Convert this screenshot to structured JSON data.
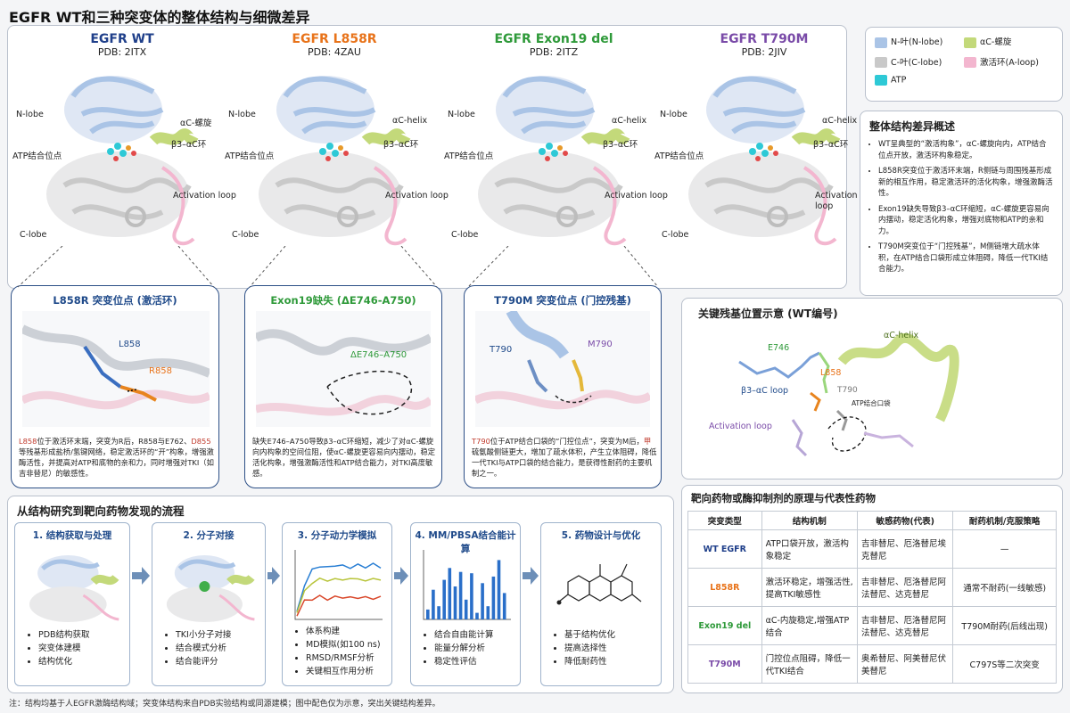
{
  "page_title": "EGFR WT和三种突变体的整体结构与细微差异",
  "variants": [
    {
      "name": "EGFR WT",
      "pdb": "PDB: 2ITX",
      "color": "#1f3f8a",
      "labels": {
        "nlobe": "N-lobe",
        "atp": "ATP结合位点",
        "clobe": "C-lobe",
        "helix": "αC-螺旋",
        "b3": "β3–αC环",
        "aloop": "Activation loop"
      }
    },
    {
      "name": "EGFR L858R",
      "pdb": "PDB: 4ZAU",
      "color": "#e8731a",
      "labels": {
        "nlobe": "N-lobe",
        "atp": "ATP结合位点",
        "clobe": "C-lobe",
        "helix": "αC-helix",
        "b3": "β3–αC环",
        "aloop": "Activation loop"
      }
    },
    {
      "name": "EGFR Exon19 del",
      "pdb": "PDB: 2ITZ",
      "color": "#2f9a3a",
      "labels": {
        "nlobe": "N-lobe",
        "atp": "ATP结合位点",
        "clobe": "C-lobe",
        "helix": "αC-helix",
        "b3": "β3–αC环",
        "aloop": "Activation loop"
      }
    },
    {
      "name": "EGFR T790M",
      "pdb": "PDB: 2JIV",
      "color": "#7a4ba8",
      "labels": {
        "nlobe": "N-lobe",
        "atp": "ATP结合位点",
        "clobe": "C-lobe",
        "helix": "αC-helix",
        "b3": "β3–αC环",
        "aloop": "Activation\nloop"
      }
    }
  ],
  "legend": [
    {
      "label": "N-叶(N-lobe)",
      "color": "#aac4e6"
    },
    {
      "label": "αC-螺旋",
      "color": "#c3d97a"
    },
    {
      "label": "C-叶(C-lobe)",
      "color": "#c9c9c9"
    },
    {
      "label": "激活环(A-loop)",
      "color": "#f3b6cf"
    },
    {
      "label": "ATP",
      "color": "#2ec9d6"
    }
  ],
  "overview": {
    "title": "整体结构差异概述",
    "items": [
      "WT呈典型的“激活构象”，αC-螺旋向内，ATP结合位点开放，激活环构象稳定。",
      "L858R突变位于激活环末端，R侧链与周围残基形成新的相互作用，稳定激活环的活化构象，增强激酶活性。",
      "Exon19缺失导致β3–αC环缩短，αC-螺旋更容易向内摆动，稳定活化构象，增强对底物和ATP的亲和力。",
      "T790M突变位于“门控残基”，M侧链增大疏水体积，在ATP结合口袋形成立体阻碍，降低一代TKI结合能力。"
    ]
  },
  "zooms": [
    {
      "title": "L858R 突变位点 (激活环)",
      "color": "#1f4a8a",
      "res1": "L858",
      "res2": "R858",
      "desc_hl": "L858",
      "desc_rest": "位于激活环末端，突变为R后，R858与E762、",
      "desc_hl2": "D855",
      "desc_rest2": "等残基形成盐桥/氢键网络，稳定激活环的“开”构象，增强激酶活性，并提高对ATP和底物的亲和力，同时增强对TKI（如吉非替尼）的敏感性。"
    },
    {
      "title": "Exon19缺失 (ΔE746-A750)",
      "color": "#2f9a3a",
      "res1": "ΔE746–A750",
      "desc": "缺失E746–A750导致β3–αC环缩短，减少了对αC-螺旋向内构象的空间位阻，使αC-螺旋更容易向内摆动，稳定活化构象，增强激酶活性和ATP结合能力，对TKI高度敏感。"
    },
    {
      "title": "T790M 突变位点 (门控残基)",
      "color": "#1f4a8a",
      "res1": "T790",
      "res2": "M790",
      "desc_hl": "T790",
      "desc_rest": "位于ATP结合口袋的“门控位点”，突变为M后，",
      "desc_hl2": "甲",
      "desc_rest2": "硫氨酸侧链更大，增加了疏水体积，产生立体阻碍，降低一代TKI与ATP口袋的结合能力，是获得性耐药的主要机制之一。"
    }
  ],
  "key_residues": {
    "title": "关键残基位置示意 (WT编号)",
    "labels": {
      "helix": "αC-helix",
      "e746": "E746",
      "l858": "L858",
      "b3": "β3–αC loop",
      "t790": "T790",
      "atp": "ATP结合口袋",
      "aloop": "Activation loop"
    }
  },
  "flow": {
    "title": "从结构研究到靶向药物发现的流程",
    "steps": [
      {
        "title": "1. 结构获取与处理",
        "items": [
          "PDB结构获取",
          "突变体建模",
          "结构优化"
        ]
      },
      {
        "title": "2. 分子对接",
        "items": [
          "TKI小分子对接",
          "结合模式分析",
          "结合能评分"
        ]
      },
      {
        "title": "3. 分子动力学模拟",
        "items": [
          "体系构建",
          "MD模拟(如100 ns)",
          "RMSD/RMSF分析",
          "关键相互作用分析"
        ]
      },
      {
        "title": "4. MM/PBSA结合能计算",
        "items": [
          "结合自由能计算",
          "能量分解分析",
          "稳定性评估"
        ]
      },
      {
        "title": "5. 药物设计与优化",
        "items": [
          "基于结构优化",
          "提高选择性",
          "降低耐药性"
        ]
      }
    ]
  },
  "drug_table": {
    "title": "靶向药物或酶抑制剂的原理与代表性药物",
    "headers": [
      "突变类型",
      "结构机制",
      "敏感药物(代表)",
      "耐药机制/克服策略"
    ],
    "rows": [
      {
        "type": "WT EGFR",
        "color": "#1f3f8a",
        "mech": "ATP口袋开放，激活构象稳定",
        "drug": "吉非替尼、厄洛替尼埃克替尼",
        "resist": "—"
      },
      {
        "type": "L858R",
        "color": "#e8731a",
        "mech": "激活环稳定，增强活性,提高TKI敏感性",
        "drug": "吉非替尼、厄洛替尼阿法替尼、达克替尼",
        "resist": "通常不耐药(一线敏感)"
      },
      {
        "type": "Exon19 del",
        "color": "#2f9a3a",
        "mech": "αC-内旋稳定,增强ATP结合",
        "drug": "吉非替尼、厄洛替尼阿法替尼、达克替尼",
        "resist": "T790M耐药(后线出现)"
      },
      {
        "type": "T790M",
        "color": "#7a4ba8",
        "mech": "门控位点阻碍，降低一代TKI结合",
        "drug": "奥希替尼、阿美替尼伏美替尼",
        "resist": "C797S等二次突变"
      }
    ]
  },
  "footnote": "注：结构均基于人EGFR激酶结构域；突变体结构来自PDB实验结构或同源建模；图中配色仅为示意，突出关键结构差异。",
  "md_chart": {
    "type": "line",
    "series": [
      {
        "values": [
          0.1,
          0.5,
          0.75,
          0.8,
          0.78,
          0.82,
          0.8,
          0.79,
          0.81,
          0.8,
          0.82,
          0.8
        ],
        "color": "#2a7fd4"
      },
      {
        "values": [
          0.1,
          0.4,
          0.55,
          0.6,
          0.58,
          0.6,
          0.59,
          0.61,
          0.6,
          0.58,
          0.6,
          0.6
        ],
        "color": "#b8c43a"
      },
      {
        "values": [
          0.05,
          0.25,
          0.3,
          0.32,
          0.3,
          0.31,
          0.33,
          0.3,
          0.32,
          0.31,
          0.3,
          0.32
        ],
        "color": "#d9472a"
      }
    ]
  },
  "mmpbsa_chart": {
    "type": "bar",
    "values": [
      0.15,
      0.45,
      0.2,
      0.6,
      0.78,
      0.5,
      0.72,
      0.3,
      0.7,
      0.1,
      0.55,
      0.2,
      0.65,
      0.9,
      0.4
    ],
    "color": "#2a6fc9"
  }
}
